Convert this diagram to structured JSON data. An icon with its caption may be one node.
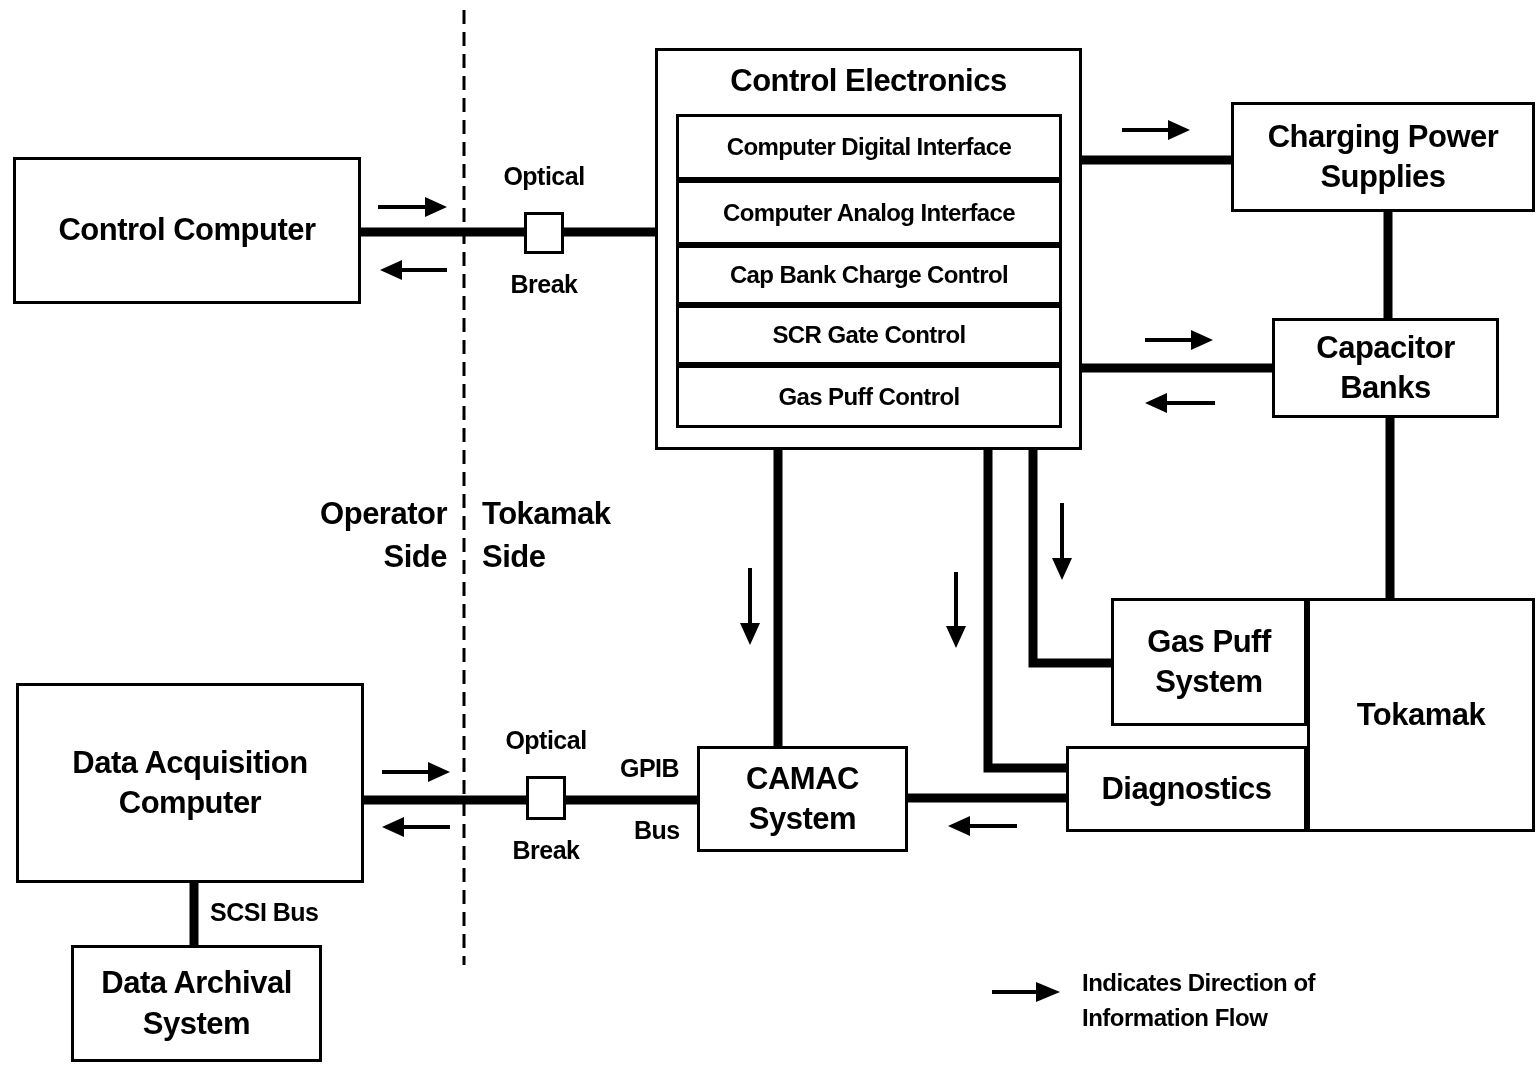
{
  "diagram": {
    "nodes": [
      {
        "text": [
          "Control Computer"
        ]
      },
      {
        "text": [],
        "shape": "box",
        "beside": [
          "Optical",
          "Break"
        ]
      },
      {
        "text": [
          "Control Electronics"
        ]
      },
      {
        "text": [
          "Computer Digital Interface"
        ],
        "in": 2
      },
      {
        "text": [
          "Computer Analog Interface"
        ],
        "in": 2
      },
      {
        "text": [
          "Cap Bank Charge Control"
        ],
        "in": 2
      },
      {
        "text": [
          "SCR Gate Control"
        ],
        "in": 2
      },
      {
        "text": [
          "Gas Puff Control"
        ],
        "in": 2
      },
      {
        "text": [
          "Charging Power Supplies"
        ]
      },
      {
        "text": [
          "Capacitor Banks"
        ]
      },
      {
        "text": [
          "Gas Puff System"
        ]
      },
      {
        "text": [
          "Tokamak"
        ]
      },
      {
        "text": [
          "Diagnostics"
        ]
      },
      {
        "text": [
          "Data Acquisition Computer"
        ]
      },
      {
        "text": [],
        "shape": "box",
        "beside": [
          "Optical",
          "Break"
        ]
      },
      {
        "text": [
          "CAMAC System"
        ]
      },
      {
        "text": [
          "Data Archival System"
        ]
      }
    ],
    "edges": [
      {
        "from": 0,
        "to": 1,
        "arrow": "none"
      },
      {
        "from": 1,
        "to": 2,
        "arrow": "none"
      },
      {
        "from": 2,
        "to": 8,
        "arrow": "none"
      },
      {
        "from": 8,
        "to": 9,
        "arrow": "none"
      },
      {
        "from": 2,
        "to": 9,
        "arrow": "none"
      },
      {
        "from": 9,
        "to": 11,
        "arrow": "none"
      },
      {
        "from": 2,
        "to": 15,
        "arrow": "none"
      },
      {
        "from": 2,
        "to": 12,
        "arrow": "none"
      },
      {
        "from": 2,
        "to": 10,
        "arrow": "none"
      },
      {
        "from": 12,
        "to": 15,
        "arrow": "none"
      },
      {
        "from": 13,
        "to": 14,
        "arrow": "none"
      },
      {
        "from": 14,
        "to": 15,
        "arrow": "none"
      },
      {
        "from": 13,
        "to": 16,
        "arrow": "none",
        "label": "SCSI Bus"
      }
    ],
    "labels": [
      "Operator Side",
      "Tokamak Side",
      "GPIB",
      "Bus"
    ],
    "legend": [
      {
        "text": "Indicates Direction of Information Flow"
      }
    ]
  }
}
